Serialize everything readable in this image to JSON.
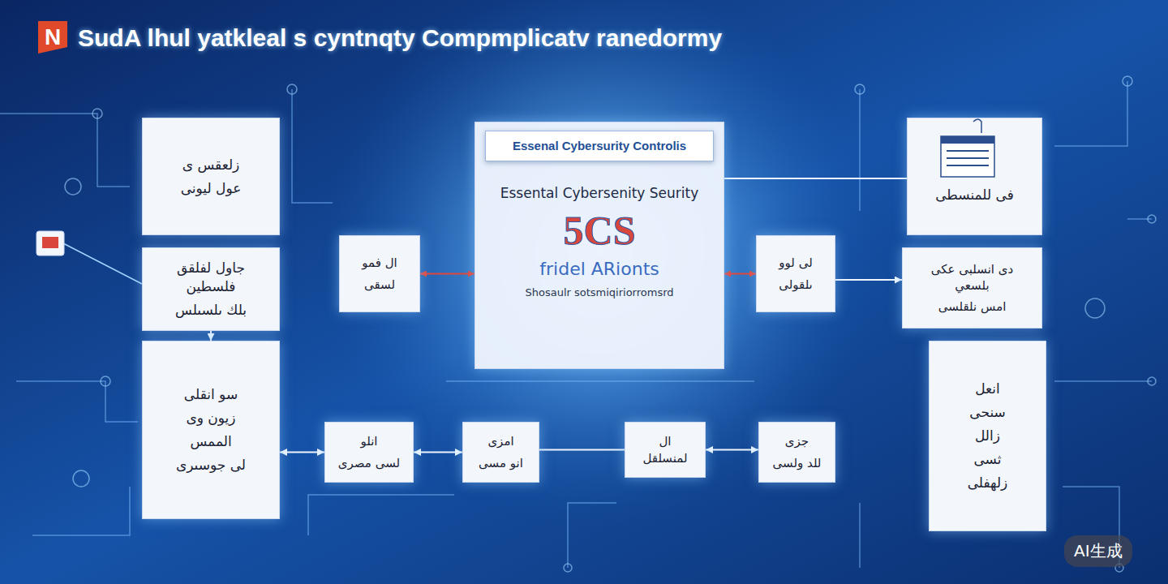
{
  "diagram": {
    "title": "SudA lhul yatkleal s cyntnqty Compmplicatv ranedormy",
    "nodes": [
      {
        "text": [
          "زلعقس ى",
          "عول ليونى"
        ]
      },
      {
        "text": [
          "Essenal Cybersurity Controlis",
          "Essental Cybersenity Seurity",
          "5CS",
          "fridel ARionts",
          "Shosaulr sotsmiqiriorromsrd"
        ]
      },
      {
        "text": [
          "فى للمنسطى"
        ]
      },
      {
        "text": [
          "جاول لفلقق فلسطين",
          "بلك ىلسىلس"
        ]
      },
      {
        "text": [
          "ال فمو",
          "لسقى"
        ]
      },
      {
        "text": [
          "لى لوو",
          "ىلقولى"
        ]
      },
      {
        "text": [
          "دى انسلبى عكى بلسعي",
          "امس نلقلسى"
        ]
      },
      {
        "text": [
          "سو انقلى",
          "زيون وى",
          "الممس",
          "لى جوسىرى"
        ]
      },
      {
        "text": [
          "انلو",
          "لسى مصرى"
        ]
      },
      {
        "text": [
          "امزى",
          "انو مسى"
        ]
      },
      {
        "text": [
          "ال لمنسلقل"
        ]
      },
      {
        "text": [
          "جزى",
          "للد ولسى"
        ]
      },
      {
        "text": [
          "انعل",
          "سنحى",
          "زالل",
          "ثسى",
          "زلهفلى"
        ]
      }
    ],
    "edges": [
      {
        "from": 4,
        "to": 1,
        "arrow": "both"
      },
      {
        "from": 1,
        "to": 5,
        "arrow": "both"
      },
      {
        "from": 5,
        "to": 6,
        "arrow": "to"
      },
      {
        "from": 1,
        "to": 2,
        "arrow": "none"
      },
      {
        "from": 3,
        "to": 7,
        "arrow": "to"
      },
      {
        "from": 7,
        "to": 8,
        "arrow": "both"
      },
      {
        "from": 8,
        "to": 9,
        "arrow": "both"
      },
      {
        "from": 9,
        "to": 10,
        "arrow": "none"
      },
      {
        "from": 10,
        "to": 11,
        "arrow": "both"
      }
    ],
    "labels": [
      "N",
      "AI生成"
    ]
  }
}
